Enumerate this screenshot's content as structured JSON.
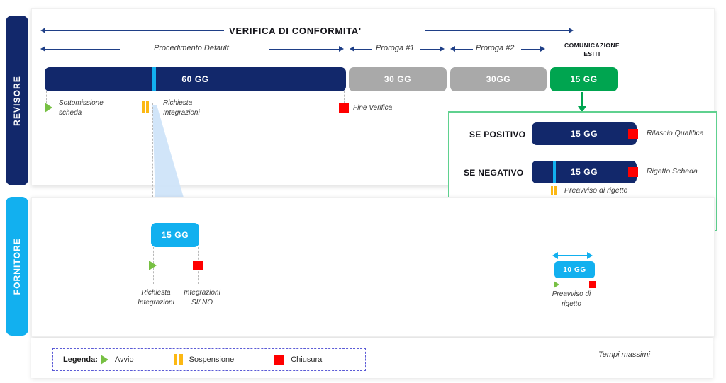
{
  "lanes": {
    "revisore": "REVISORE",
    "fornitore": "FORNITORE"
  },
  "revisore": {
    "headline": "VERIFICA DI CONFORMITA'",
    "phases": [
      {
        "label": "Procedimento Default"
      },
      {
        "label": "Proroga #1"
      },
      {
        "label": "Proroga #2"
      },
      {
        "label": "COMUNICAZIONE\nESITI"
      }
    ],
    "bars": [
      {
        "name": "default-bar",
        "value": "60 GG",
        "color": "#12286b"
      },
      {
        "name": "proroga1-bar",
        "value": "30 GG",
        "color": "#a9a9a9"
      },
      {
        "name": "proroga2-bar",
        "value": "30GG",
        "color": "#a9a9a9"
      },
      {
        "name": "comunicazione-bar",
        "value": "15 GG",
        "color": "#00a550"
      }
    ],
    "markers": [
      {
        "icon": "play-icon",
        "label": "Sottomissione\nscheda"
      },
      {
        "icon": "pause-icon",
        "label": "Richiesta\nIntegrazioni"
      },
      {
        "icon": "stop-icon",
        "label": "Fine Verifica"
      }
    ]
  },
  "outcome": {
    "positive": {
      "condition": "SE POSITIVO",
      "bar_value": "15 GG",
      "result": "Rilascio Qualifica"
    },
    "negative": {
      "condition": "SE NEGATIVO",
      "bar_value": "15 GG",
      "result": "Rigetto Scheda",
      "suspension_label": "Preavviso di rigetto"
    }
  },
  "fornitore": {
    "integration_bar": {
      "value": "15 GG",
      "color": "#12b0ef"
    },
    "integration_markers": [
      {
        "icon": "play-icon",
        "label": "Richiesta\nIntegrazioni"
      },
      {
        "icon": "stop-icon",
        "label": "Integrazioni\nSI/ NO"
      }
    ],
    "rejection_bar": {
      "value": "10 GG",
      "color": "#12b0ef"
    },
    "rejection_label": "Preavviso di\nrigetto"
  },
  "legend": {
    "title": "Legenda:",
    "items": [
      {
        "icon": "play-icon",
        "label": "Avvio",
        "color": "#77c043"
      },
      {
        "icon": "pause-icon",
        "label": "Sospensione",
        "color": "#fcb813"
      },
      {
        "icon": "stop-icon",
        "label": "Chiusura",
        "color": "#ff0000"
      }
    ],
    "note": "Tempi massimi"
  },
  "colors": {
    "navy": "#12286b",
    "cyan": "#12b0ef",
    "green": "#00a550",
    "gray": "#a9a9a9",
    "red": "#ff0000",
    "amber": "#fcb813",
    "light_green_border": "#5fd18f"
  }
}
